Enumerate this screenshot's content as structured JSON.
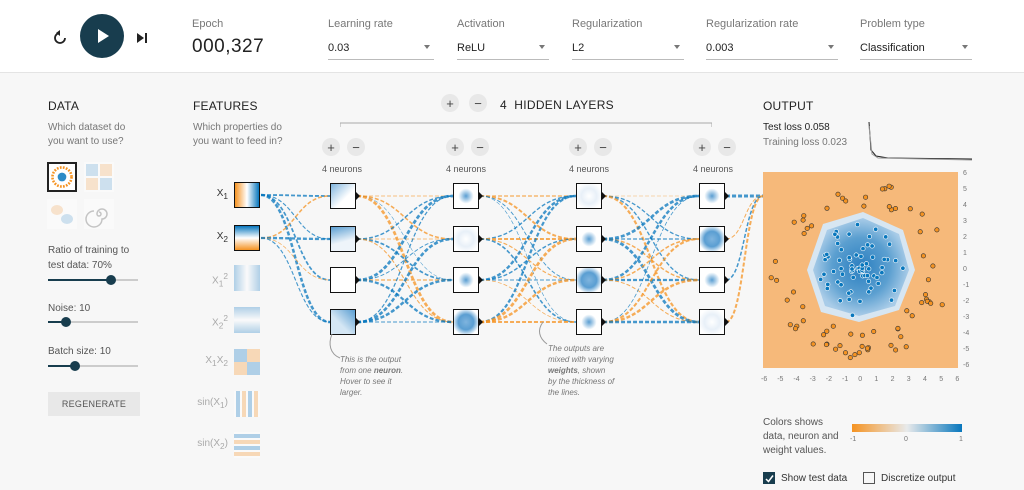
{
  "controls": {
    "reset_icon": "reset-icon",
    "play_icon": "play-icon",
    "step_icon": "step-icon",
    "epoch_label": "Epoch",
    "epoch_value": "000,327"
  },
  "dropdowns": [
    {
      "label": "Learning rate",
      "value": "0.03"
    },
    {
      "label": "Activation",
      "value": "ReLU"
    },
    {
      "label": "Regularization",
      "value": "L2"
    },
    {
      "label": "Regularization rate",
      "value": "0.003"
    },
    {
      "label": "Problem type",
      "value": "Classification"
    }
  ],
  "data_panel": {
    "title": "DATA",
    "subtitle_1": "Which dataset do",
    "subtitle_2": "you want to use?",
    "ratio_label": "Ratio of training to",
    "ratio_label_2": "test data:  70%",
    "ratio_value": 0.7,
    "noise_label": "Noise:  10",
    "noise_value": 0.2,
    "batch_label": "Batch size:  10",
    "batch_value": 0.3,
    "regenerate": "REGENERATE"
  },
  "features_panel": {
    "title": "FEATURES",
    "subtitle_1": "Which properties do",
    "subtitle_2": "you want to feed in?",
    "features": [
      {
        "label": "X",
        "sub": "1",
        "sup": "",
        "active": true
      },
      {
        "label": "X",
        "sub": "2",
        "sup": "",
        "active": true
      },
      {
        "label": "X",
        "sub": "1",
        "sup": "2",
        "active": false
      },
      {
        "label": "X",
        "sub": "2",
        "sup": "2",
        "active": false
      },
      {
        "label": "X",
        "sub": "1",
        "mid": "X",
        "sub2": "2",
        "active": false
      },
      {
        "label": "sin(X",
        "sub": "1",
        "end": ")",
        "active": false
      },
      {
        "label": "sin(X",
        "sub": "2",
        "end": ")",
        "active": false
      }
    ]
  },
  "network": {
    "hidden_count": "4",
    "hidden_title": "HIDDEN LAYERS",
    "layers": [
      {
        "neurons_label": "4 neurons"
      },
      {
        "neurons_label": "4 neurons"
      },
      {
        "neurons_label": "4 neurons"
      },
      {
        "neurons_label": "4 neurons"
      }
    ],
    "note_neuron_1": "This is the output",
    "note_neuron_2": "from one",
    "note_neuron_bold": "neuron",
    "note_neuron_3": "Hover to see it",
    "note_neuron_4": "larger.",
    "note_weights_1": "The outputs are",
    "note_weights_2": "mixed with varying",
    "note_weights_bold": "weights",
    "note_weights_3": ", shown",
    "note_weights_4": "by the thickness of",
    "note_weights_5": "the lines."
  },
  "output_panel": {
    "title": "OUTPUT",
    "test_loss": "Test loss 0.058",
    "training_loss": "Training loss 0.023",
    "y_ticks": [
      "6",
      "5",
      "4",
      "3",
      "2",
      "1",
      "0",
      "-1",
      "-2",
      "-3",
      "-4",
      "-5",
      "-6"
    ],
    "x_ticks": [
      "-6",
      "-5",
      "-4",
      "-3",
      "-2",
      "-1",
      "0",
      "1",
      "2",
      "3",
      "4",
      "5",
      "6"
    ],
    "colors_note_1": "Colors shows",
    "colors_note_2": "data, neuron and",
    "colors_note_3": "weight values.",
    "legend_ticks": [
      "-1",
      "0",
      "1"
    ],
    "show_test_data": "Show test data",
    "discretize_output": "Discretize output"
  },
  "colors": {
    "orange": "#f59322",
    "blue": "#0877bd",
    "dark": "#183d4e"
  }
}
